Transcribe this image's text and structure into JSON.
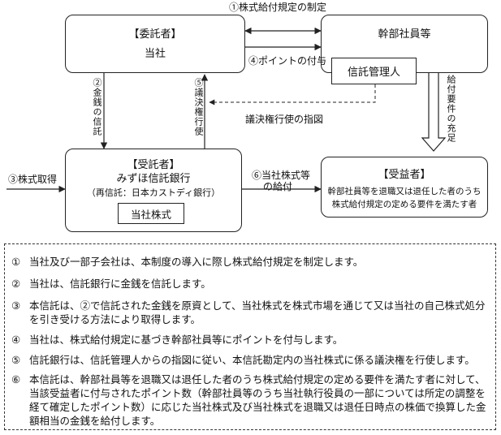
{
  "diagram": {
    "top_label": "①株式給付規定の制定",
    "trustor": {
      "title": "【委託者】",
      "name": "当社"
    },
    "executives": {
      "name": "幹部社員等"
    },
    "trust_manager": "信託管理人",
    "points_label": "④ポイントの付与",
    "money_trust_label": "②金銭の信託",
    "voting_label": "⑤議決権行使",
    "voting_instruction_label": "議決権行使の指図",
    "requirement_label": "給付要件の充足",
    "trustee": {
      "title": "【受託者】",
      "name": "みずほ信託銀行",
      "sub": "（再信託：日本カストディ銀行）",
      "stock_box": "当社株式"
    },
    "acquisition_label": "③株式取得",
    "delivery_label_1": "⑥当社株式等",
    "delivery_label_2": "の給付",
    "beneficiary": {
      "title": "【受益者】",
      "line1": "幹部社員等を退職又は退任した者のうち",
      "line2": "株式給付規定の定める要件を満たす者"
    }
  },
  "notes": [
    {
      "num": "①",
      "text": "当社及び一部子会社は、本制度の導入に際し株式給付規定を制定します。"
    },
    {
      "num": "②",
      "text": "当社は、信託銀行に金銭を信託します。"
    },
    {
      "num": "③",
      "text": "本信託は、②で信託された金銭を原資として、当社株式を株式市場を通じて又は当社の自己株式処分を引き受ける方法により取得します。"
    },
    {
      "num": "④",
      "text": "当社は、株式給付規定に基づき幹部社員等にポイントを付与します。"
    },
    {
      "num": "⑤",
      "text": "信託銀行は、信託管理人からの指図に従い、本信託勘定内の当社株式に係る議決権を行使します。"
    },
    {
      "num": "⑥",
      "text": "本信託は、幹部社員等を退職又は退任した者のうち株式給付規定の定める要件を満たす者に対して、当該受益者に付与されたポイント数（幹部社員等のうち当社執行役員の一部については所定の調整を経て確定したポイント数）に応じた当社株式及び当社株式を退職又は退任日時点の株価で換算した金額相当の金銭を給付します。"
    }
  ]
}
